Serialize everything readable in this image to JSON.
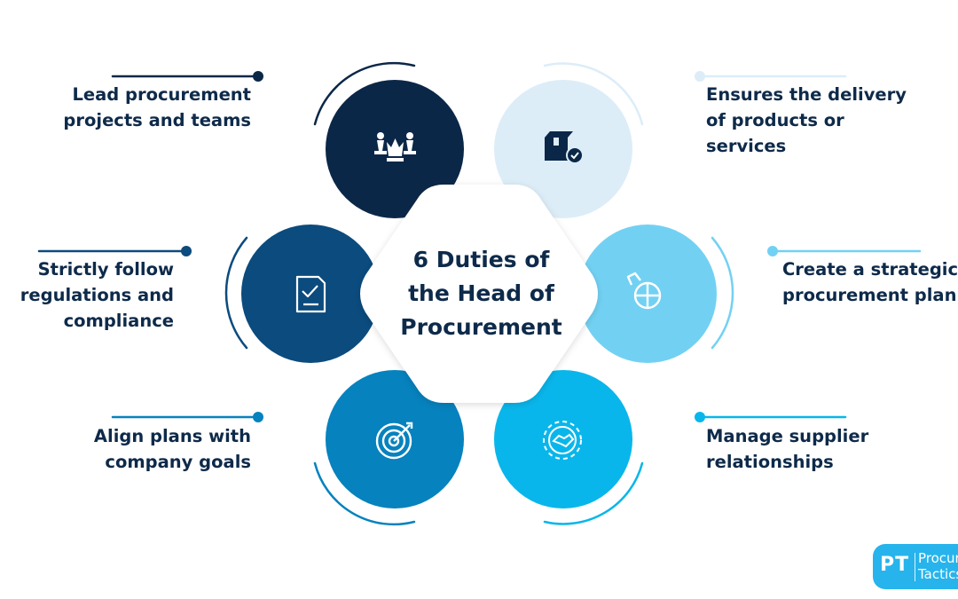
{
  "title_lines": [
    "6 Duties of",
    "the Head of",
    "Procurement"
  ],
  "duties": [
    {
      "lines": [
        "Lead procurement",
        "projects and teams"
      ],
      "icon": "chess-pieces-icon",
      "color": "#0b2748"
    },
    {
      "lines": [
        "Ensures the delivery",
        "of products or",
        "services"
      ],
      "icon": "box-check-icon",
      "color": "#dcedf8"
    },
    {
      "lines": [
        "Strictly follow",
        "regulations and",
        "compliance"
      ],
      "icon": "document-check-icon",
      "color": "#0b4b7e"
    },
    {
      "lines": [
        "Create a strategic",
        "procurement plan"
      ],
      "icon": "puzzle-icon",
      "color": "#72d1f3"
    },
    {
      "lines": [
        "Align plans with",
        "company goals"
      ],
      "icon": "target-icon",
      "color": "#0682be"
    },
    {
      "lines": [
        "Manage supplier",
        "relationships"
      ],
      "icon": "handshake-gear-icon",
      "color": "#09b6eb"
    }
  ],
  "logo": {
    "initials": "PT",
    "word1": "Procurement",
    "word2": "Tactics"
  },
  "colors": {
    "text": "#0e2a4a",
    "logo": "#27b4ec"
  }
}
